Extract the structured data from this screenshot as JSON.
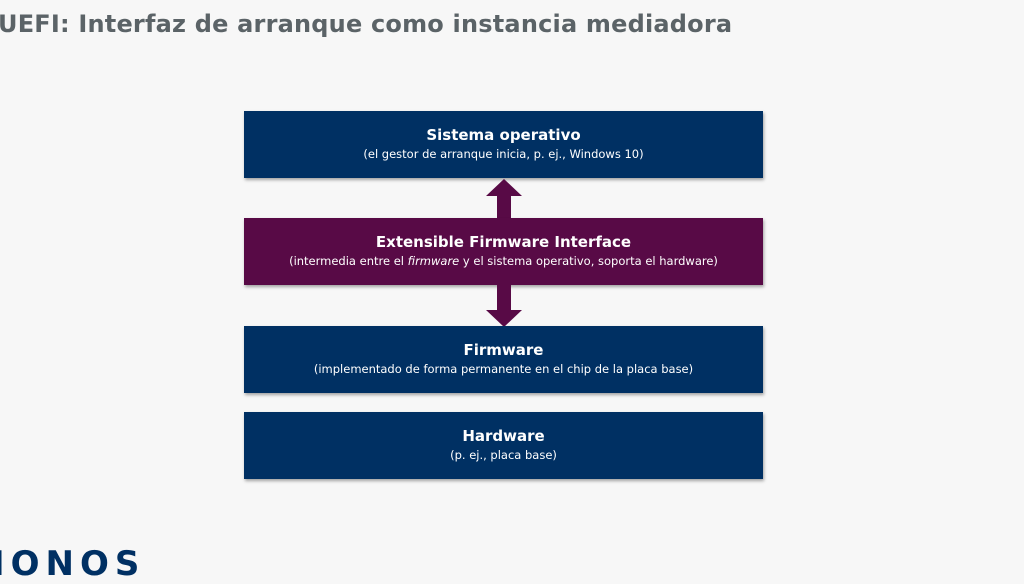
{
  "title": "UEFI: Interfaz de arranque como instancia mediadora",
  "layers": [
    {
      "title": "Sistema operativo",
      "subtitle": "(el gestor de arranque inicia, p. ej., Windows 10)"
    },
    {
      "title": "Extensible Firmware Interface",
      "subtitle_pre": "(intermedia entre el ",
      "subtitle_em": "firmware",
      "subtitle_post": " y el sistema operativo, soporta el hardware)"
    },
    {
      "title": "Firmware",
      "subtitle": "(implementado de forma permanente en el chip de la placa base)"
    },
    {
      "title": "Hardware",
      "subtitle": "(p. ej., placa base)"
    }
  ],
  "logo_text": "IONOS",
  "colors": {
    "os_box": "#003063",
    "efi_box": "#580a46",
    "firmware_box": "#003063",
    "hardware_box": "#003063",
    "title_text": "#5b6367",
    "arrows": "#580a46"
  }
}
